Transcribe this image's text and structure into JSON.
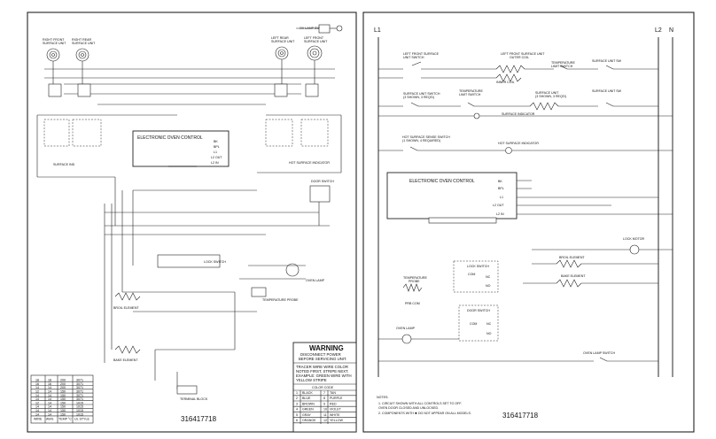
{
  "left_sheet": {
    "title_block": {
      "warning_title": "WARNING",
      "warning_lines": [
        "DISCONNECT POWER",
        "BEFORE SERVICING UNIT."
      ],
      "tracer_lines": [
        "TRACER WIRE   WIRE COLOR",
        "NOTED FIRST, STRIPE NEXT.",
        "EXAMPLE:  GREEN WIRE WITH",
        "YELLOW STRIPE"
      ],
      "color_code_title": "COLOR CODE",
      "color_code": [
        [
          "1",
          "BLACK",
          "7",
          "TAN"
        ],
        [
          "2",
          "BLUE",
          "8",
          "PURPLE"
        ],
        [
          "3",
          "BROWN",
          "9",
          "RED"
        ],
        [
          "4",
          "GREEN",
          "10",
          "VIOLET"
        ],
        [
          "5",
          "GRAY",
          "11",
          "WHITE"
        ],
        [
          "6",
          "ORANGE",
          "12",
          "YELLOW"
        ]
      ],
      "part_number": "316417718"
    },
    "wire_table": {
      "rows": [
        [
          "18",
          "18",
          "200",
          "3071"
        ],
        [
          "16",
          "16",
          "200",
          "3071"
        ],
        [
          "14",
          "14",
          "200",
          "3071"
        ],
        [
          "12",
          "14",
          "150",
          "3071"
        ],
        [
          "14",
          "14",
          "150",
          "3071"
        ],
        [
          "14",
          "14",
          "150",
          "3071"
        ],
        [
          "12",
          "14",
          "150",
          "1015"
        ],
        [
          "14",
          "14",
          "150",
          "1015"
        ],
        [
          "14",
          "14",
          "150",
          "1015"
        ],
        [
          "14",
          "14",
          "150",
          "1015"
        ]
      ],
      "footer": [
        "WIRE",
        "AWG",
        "TEMP °C",
        "UL STYLE"
      ]
    },
    "labels": {
      "lf_surface": [
        "RIGHT FRONT",
        "SURFACE UNIT"
      ],
      "lr_surface": [
        "RIGHT REAR",
        "SURFACE UNIT"
      ],
      "rr_surface": [
        "LEFT REAR",
        "SURFACE UNIT"
      ],
      "rf_surface": [
        "LEFT FRONT",
        "SURFACE UNIT"
      ],
      "lamp": "OV LAMP SW",
      "surface_ind": "SURFACE IND",
      "eoc": "ELECTRONIC OVEN CONTROL",
      "hot_ind": "HOT SURFACE INDICATOR",
      "door_switch": "DOOR SWITCH",
      "lock_switch": "LOCK SWITCH",
      "temp_probe": "TEMPERATURE PROBE",
      "oven_lamp": "OVEN LAMP",
      "broil": "BROIL ELEMENT",
      "bake": "BAKE ELEMENT",
      "terminal_block": "TERMINAL BLOCK",
      "eoc_pins": [
        "BK",
        "BPL",
        "L1",
        "L2 OUT",
        "L2 IN"
      ]
    }
  },
  "right_sheet": {
    "rails": {
      "l1": "L1",
      "l2": "L2",
      "n": "N"
    },
    "row1": {
      "lf_sw": [
        "LEFT FRONT SURFACE",
        "UNIT SWITCH"
      ],
      "lf_unit": [
        "LEFT FRONT SURFACE UNIT",
        "OUTER COIL"
      ],
      "inner": "INNER COIL",
      "temp_sw": [
        "TEMPERATURE",
        "LIMIT SWITCH"
      ],
      "surface_sw": [
        "SURFACE UNIT SW"
      ]
    },
    "row2": {
      "sw": [
        "SURFACE UNIT SWITCH",
        "(3 SHOWN, 3 REQ'D)"
      ],
      "temp": [
        "TEMPERATURE",
        "LIMIT SWITCH"
      ],
      "unit": [
        "SURFACE UNIT",
        "(3 SHOWN, 3 REQ'D)"
      ],
      "unit2": "SURFACE UNIT SW",
      "surface_ind": "SURFACE INDICATOR"
    },
    "row3": {
      "hot_sw": [
        "HOT SURFACE SENSE SWITCH",
        "(1 SHOWN, 4 REQUIRED)"
      ],
      "hot_ind": "HOT SURFACE INDICATOR"
    },
    "eoc": {
      "title": "ELECTRONIC OVEN CONTROL",
      "pins": [
        "BK",
        "BPL",
        "L1",
        "L2 OUT",
        "L2 IN"
      ]
    },
    "components": {
      "lock_motor": "LOCK MOTOR",
      "broil": "BROIL ELEMENT",
      "bake": "BAKE ELEMENT",
      "lock_switch": "LOCK SWITCH",
      "com": "COM",
      "no": "NO",
      "nc": "NC",
      "temp_probe": [
        "TEMPERATURE",
        "PROBE"
      ],
      "prb_com": "PRB COM",
      "door_switch": "DOOR SWITCH",
      "oven_lamp": "OVEN LAMP",
      "oven_lamp_sw": "OVEN LAMP SWITCH"
    },
    "notes": {
      "title": "NOTES:",
      "lines": [
        "1.  CIRCUIT SHOWN WITH ALL CONTROLS SET TO OFF.",
        "     OVEN DOOR CLOSED AND UNLOCKED.",
        "2.  COMPONENTS WITH  ✱  DO NOT APPEAR ON ALL MODELS."
      ]
    },
    "part_number": "316417718"
  }
}
